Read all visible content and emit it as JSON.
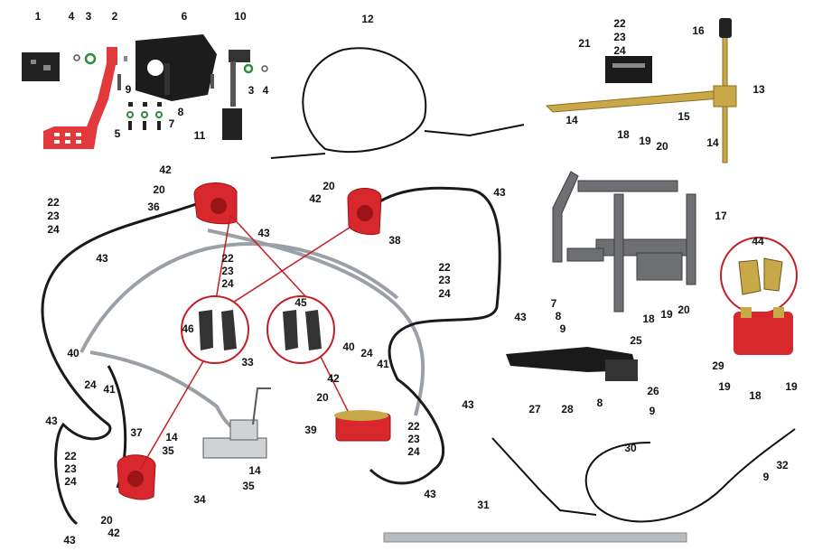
{
  "callouts": [
    {
      "id": "c1",
      "label": "1"
    },
    {
      "id": "c2",
      "label": "2"
    },
    {
      "id": "c3a",
      "label": "3"
    },
    {
      "id": "c4a",
      "label": "4"
    },
    {
      "id": "c6",
      "label": "6"
    },
    {
      "id": "c10",
      "label": "10"
    },
    {
      "id": "c3b",
      "label": "3"
    },
    {
      "id": "c4b",
      "label": "4"
    },
    {
      "id": "c5",
      "label": "5"
    },
    {
      "id": "c9a",
      "label": "9"
    },
    {
      "id": "c8a",
      "label": "8"
    },
    {
      "id": "c7a",
      "label": "7"
    },
    {
      "id": "c11",
      "label": "11"
    },
    {
      "id": "c12",
      "label": "12"
    },
    {
      "id": "c22a",
      "label": "22"
    },
    {
      "id": "c23a",
      "label": "23"
    },
    {
      "id": "c24a",
      "label": "24"
    },
    {
      "id": "c21",
      "label": "21"
    },
    {
      "id": "c16",
      "label": "16"
    },
    {
      "id": "c13",
      "label": "13"
    },
    {
      "id": "c14a",
      "label": "14"
    },
    {
      "id": "c15",
      "label": "15"
    },
    {
      "id": "c14b",
      "label": "14"
    },
    {
      "id": "c18a",
      "label": "18"
    },
    {
      "id": "c19a",
      "label": "19"
    },
    {
      "id": "c20a",
      "label": "20"
    },
    {
      "id": "c17",
      "label": "17"
    },
    {
      "id": "c42a",
      "label": "42"
    },
    {
      "id": "c20b",
      "label": "20"
    },
    {
      "id": "c36",
      "label": "36"
    },
    {
      "id": "c20c",
      "label": "20"
    },
    {
      "id": "c42b",
      "label": "42"
    },
    {
      "id": "c38",
      "label": "38"
    },
    {
      "id": "c43a",
      "label": "43"
    },
    {
      "id": "c22b",
      "label": "22"
    },
    {
      "id": "c23b",
      "label": "23"
    },
    {
      "id": "c24b",
      "label": "24"
    },
    {
      "id": "c43b",
      "label": "43"
    },
    {
      "id": "c43c",
      "label": "43"
    },
    {
      "id": "c22c",
      "label": "22"
    },
    {
      "id": "c23c",
      "label": "23"
    },
    {
      "id": "c24c",
      "label": "24"
    },
    {
      "id": "c22d",
      "label": "22"
    },
    {
      "id": "c23d",
      "label": "23"
    },
    {
      "id": "c24d",
      "label": "24"
    },
    {
      "id": "c43d",
      "label": "43"
    },
    {
      "id": "c44",
      "label": "44"
    },
    {
      "id": "c7b",
      "label": "7"
    },
    {
      "id": "c8b",
      "label": "8"
    },
    {
      "id": "c9b",
      "label": "9"
    },
    {
      "id": "c18b",
      "label": "18"
    },
    {
      "id": "c19b",
      "label": "19"
    },
    {
      "id": "c20d",
      "label": "20"
    },
    {
      "id": "c46",
      "label": "46"
    },
    {
      "id": "c45",
      "label": "45"
    },
    {
      "id": "c40a",
      "label": "40"
    },
    {
      "id": "c24e",
      "label": "24"
    },
    {
      "id": "c41a",
      "label": "41"
    },
    {
      "id": "c40b",
      "label": "40"
    },
    {
      "id": "c24f",
      "label": "24"
    },
    {
      "id": "c41b",
      "label": "41"
    },
    {
      "id": "c25",
      "label": "25"
    },
    {
      "id": "c29",
      "label": "29"
    },
    {
      "id": "c19c",
      "label": "19"
    },
    {
      "id": "c19d",
      "label": "19"
    },
    {
      "id": "c18c",
      "label": "18"
    },
    {
      "id": "c33",
      "label": "33"
    },
    {
      "id": "c42c",
      "label": "42"
    },
    {
      "id": "c20e",
      "label": "20"
    },
    {
      "id": "c26",
      "label": "26"
    },
    {
      "id": "c27",
      "label": "27"
    },
    {
      "id": "c28",
      "label": "28"
    },
    {
      "id": "c8c",
      "label": "8"
    },
    {
      "id": "c9c",
      "label": "9"
    },
    {
      "id": "c43e",
      "label": "43"
    },
    {
      "id": "c39",
      "label": "39"
    },
    {
      "id": "c22e",
      "label": "22"
    },
    {
      "id": "c23e",
      "label": "23"
    },
    {
      "id": "c24g",
      "label": "24"
    },
    {
      "id": "c37",
      "label": "37"
    },
    {
      "id": "c14c",
      "label": "14"
    },
    {
      "id": "c35a",
      "label": "35"
    },
    {
      "id": "c14d",
      "label": "14"
    },
    {
      "id": "c35b",
      "label": "35"
    },
    {
      "id": "c34",
      "label": "34"
    },
    {
      "id": "c22f",
      "label": "22"
    },
    {
      "id": "c23f",
      "label": "23"
    },
    {
      "id": "c24h",
      "label": "24"
    },
    {
      "id": "c43f",
      "label": "43"
    },
    {
      "id": "c43g",
      "label": "43"
    },
    {
      "id": "c20f",
      "label": "20"
    },
    {
      "id": "c42d",
      "label": "42"
    },
    {
      "id": "c43h",
      "label": "43"
    },
    {
      "id": "c30",
      "label": "30"
    },
    {
      "id": "c9d",
      "label": "9"
    },
    {
      "id": "c32",
      "label": "32"
    },
    {
      "id": "c31",
      "label": "31"
    }
  ],
  "colors": {
    "caliper_red": "#d8282e",
    "caliper_dark": "#9a1418",
    "pedal_red": "#e23a3c",
    "brass": "#c9a84a",
    "brass_dark": "#8c6f22",
    "steel": "#9aa0a6",
    "steel_dark": "#55585c",
    "hose": "#1a1a1a",
    "frame": "#6d6f72",
    "callout_line": "#c41e22",
    "washer": "#2e8b3a"
  }
}
